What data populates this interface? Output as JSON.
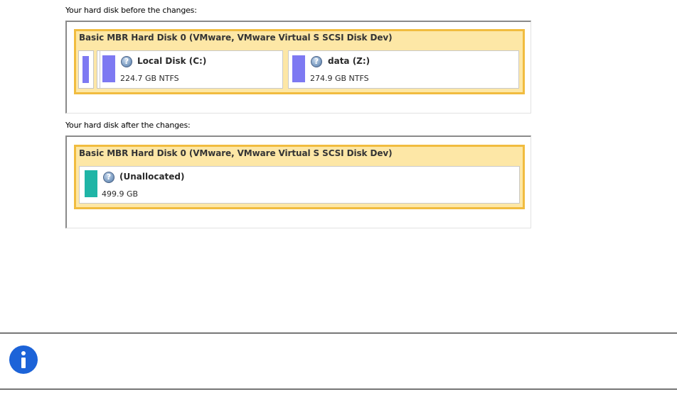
{
  "before": {
    "label": "Your hard disk before the changes:",
    "disk_title": "Basic MBR Hard Disk 0 (VMware, VMware Virtual S SCSI Disk Dev)",
    "partitions": [
      {
        "name": "Local Disk (C:)",
        "size": "224.7 GB NTFS",
        "color": "#7d79f2"
      },
      {
        "name": "data (Z:)",
        "size": "274.9 GB NTFS",
        "color": "#7d79f2"
      }
    ]
  },
  "after": {
    "label": "Your hard disk after the changes:",
    "disk_title": "Basic MBR Hard Disk 0 (VMware, VMware Virtual S SCSI Disk Dev)",
    "partitions": [
      {
        "name": "(Unallocated)",
        "size": "499.9 GB",
        "color": "#1fb5a6"
      }
    ]
  },
  "colors": {
    "disk_border": "#f1bc3f",
    "disk_fill": "#fde7a6",
    "info_icon": "#1c63d8"
  },
  "icons": {
    "partition": "question-icon",
    "note": "info-icon"
  }
}
